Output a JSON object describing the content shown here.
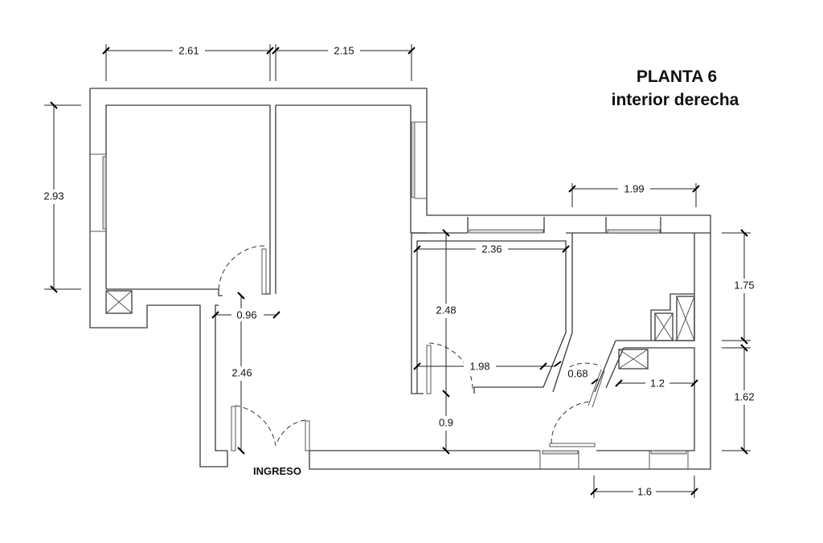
{
  "title": {
    "line1": "PLANTA 6",
    "line2": "interior derecha"
  },
  "labels": {
    "entrance": "INGRESO"
  },
  "dimensions": {
    "top_left_width": "2.61",
    "top_right_width": "2.15",
    "left_height": "2.93",
    "corridor_width": "0.96",
    "corridor_height": "2.46",
    "bedroom_width": "2.36",
    "bedroom_height": "2.48",
    "bedroom_lower_width": "1.98",
    "bath_door": "0.68",
    "kitchen_width": "1.99",
    "kitchen_height": "1.75",
    "small_room_width": "1.2",
    "small_room_height": "1.62",
    "bottom_width": "1.6",
    "hall_gap": "0.9"
  }
}
